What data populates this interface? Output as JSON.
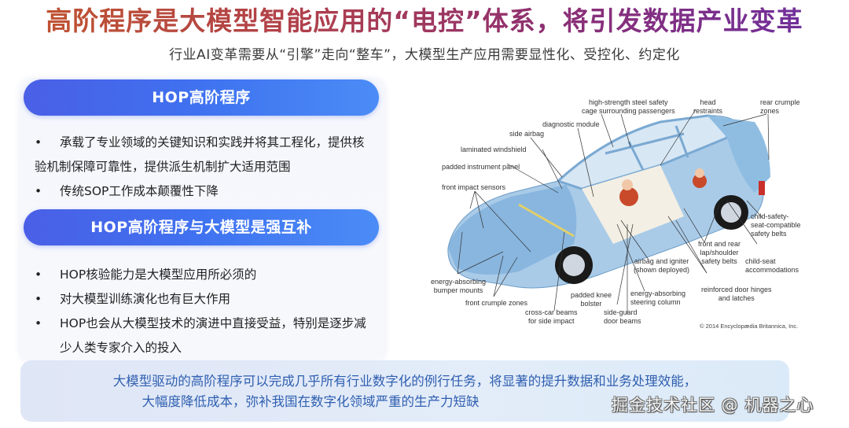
{
  "header": {
    "title": "高阶程序是大模型智能应用的“电控”体系，将引发数据产业变革",
    "subtitle": "行业AI变革需要从“引擎”走向“整车”，大模型生产应用需要显性化、受控化、约定化"
  },
  "sections": [
    {
      "heading": "HOP高阶程序",
      "bullets": [
        "承载了专业领域的关键知识和实践并将其工程化，提供核验机制保障可靠性，提供派生机制扩大适用范围",
        "传统SOP工作成本颠覆性下降"
      ]
    },
    {
      "heading": "HOP高阶程序与大模型是强互补",
      "bullets": [
        "HOP核验能力是大模型应用所必须的",
        "对大模型训练演化也有巨大作用",
        "HOP也会从大模型技术的演进中直接受益，特别是逐步减少人类专家介入的投入"
      ]
    }
  ],
  "diagram": {
    "labels": {
      "steel_cage": "high-strength steel safety\ncage surrounding passengers",
      "head_restraints": "head\nrestraints",
      "rear_crumple": "rear crumple\nzones",
      "diagnostic_module": "diagnostic module",
      "side_airbag": "side airbag",
      "laminated_windshield": "laminated windshield",
      "padded_instrument_panel": "padded instrument panel",
      "front_impact_sensors": "front impact sensors",
      "child_safety_belts": "child-safety-\nseat-compatible\nsafety belts",
      "lap_shoulder_belts": "front and rear\nlap/shoulder\nsafety belts",
      "child_seat": "child-seat\naccommodations",
      "airbag_igniter": "airbag and igniter\n(shown deployed)",
      "reinforced_hinges": "reinforced door hinges\nand latches",
      "bumper_mounts": "energy-absorbing\nbumper mounts",
      "front_crumple": "front crumple zones",
      "padded_knee": "padded knee\nbolster",
      "steering_column": "energy-absorbing\nsteering column",
      "cross_car_beams": "cross-car beams\nfor side impact",
      "side_guard": "side-guard\ndoor beams"
    },
    "copyright": "© 2014 Encyclopædia Britannica, Inc."
  },
  "footer": {
    "line1": "大模型驱动的高阶程序可以完成几乎所有行业数字化的例行任务，将显著的提升数据和业务处理效能，",
    "line2": "大幅度降低成本，弥补我国在数字化领域严重的生产力短缺"
  },
  "watermark": "掘金技术社区 @ 机器之心",
  "colors": {
    "title_start": "#c2562e",
    "title_end": "#6b2fa0",
    "pill_start": "#4a5fe6",
    "pill_end": "#4b8cf6",
    "footer_text": "#2f5fb0",
    "car_blue": "#a9cbe8"
  }
}
